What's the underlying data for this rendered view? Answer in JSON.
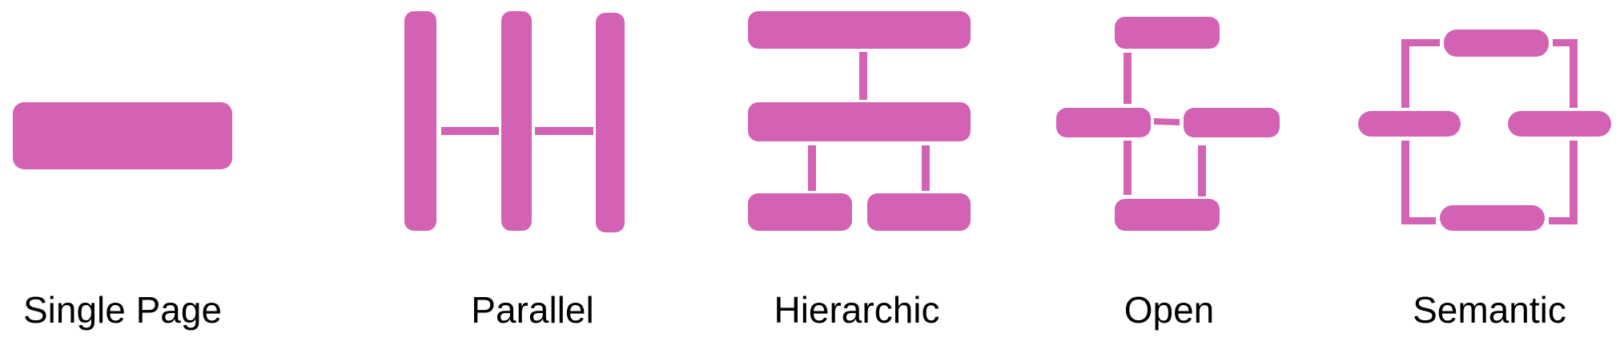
{
  "labels": {
    "single_page": "Single Page",
    "parallel": "Parallel",
    "hierarchic": "Hierarchic",
    "open": "Open",
    "semantic": "Semantic"
  },
  "colors": {
    "block": "#d462b4",
    "text": "#000000",
    "background": "#ffffff"
  }
}
